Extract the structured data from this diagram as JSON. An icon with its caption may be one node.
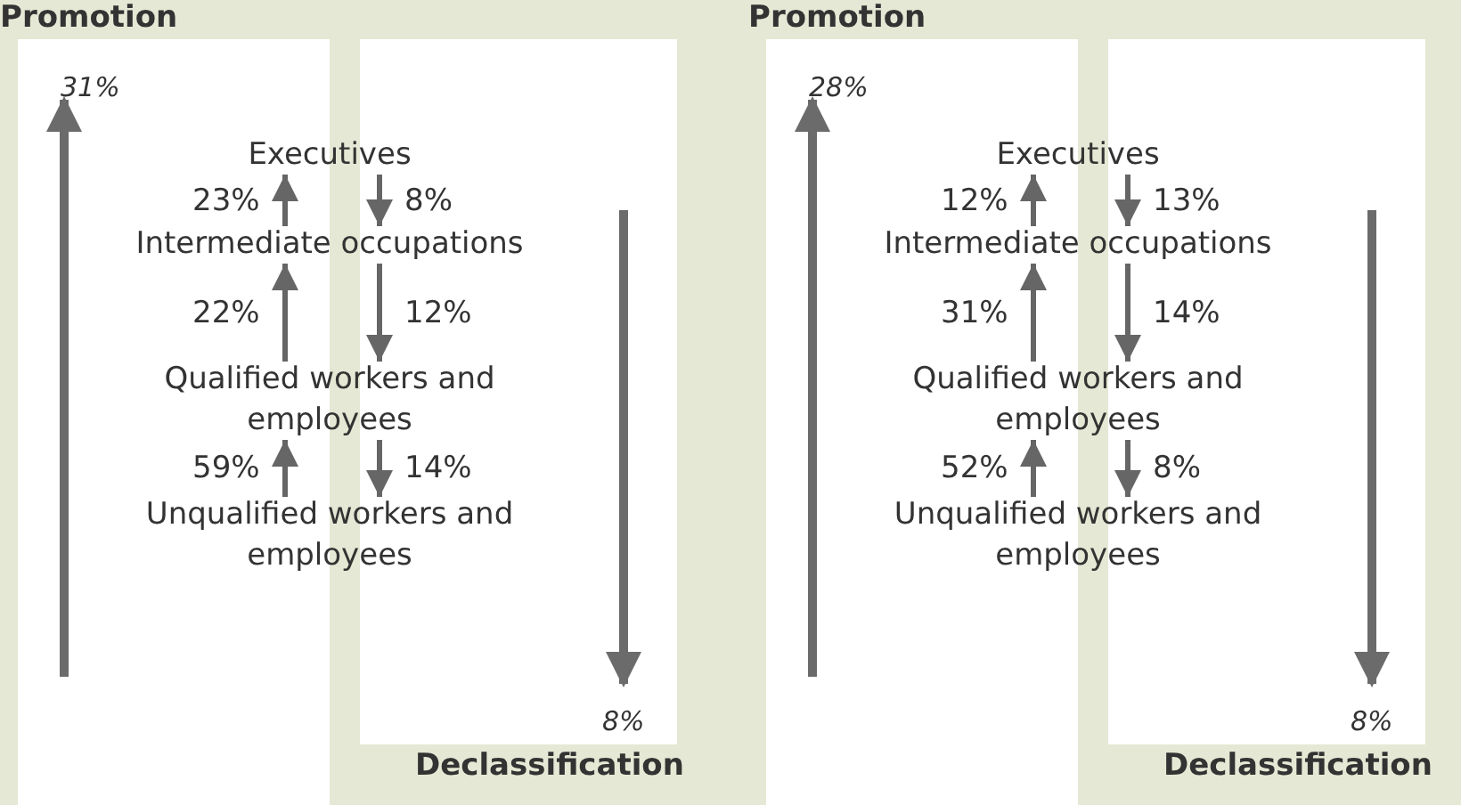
{
  "diagram": {
    "nodes": [
      {
        "text": [
          "Executives"
        ]
      },
      {
        "text": [
          "Intermediate occupations"
        ]
      },
      {
        "text": [
          "Qualified workers and employees"
        ]
      },
      {
        "text": [
          "Unqualified workers and employees"
        ]
      },
      {
        "text": [
          "Executives"
        ]
      },
      {
        "text": [
          "Intermediate occupations"
        ]
      },
      {
        "text": [
          "Qualified workers and employees"
        ]
      },
      {
        "text": [
          "Unqualified workers and employees"
        ]
      }
    ],
    "edges": [
      {
        "from": 1,
        "to": 0,
        "arrow": "to",
        "label": "23%"
      },
      {
        "from": 0,
        "to": 1,
        "arrow": "to",
        "label": "8%"
      },
      {
        "from": 2,
        "to": 1,
        "arrow": "to",
        "label": "22%"
      },
      {
        "from": 1,
        "to": 2,
        "arrow": "to",
        "label": "12%"
      },
      {
        "from": 3,
        "to": 2,
        "arrow": "to",
        "label": "59%"
      },
      {
        "from": 2,
        "to": 3,
        "arrow": "to",
        "label": "14%"
      },
      {
        "from": 5,
        "to": 4,
        "arrow": "to",
        "label": "12%"
      },
      {
        "from": 4,
        "to": 5,
        "arrow": "to",
        "label": "13%"
      },
      {
        "from": 6,
        "to": 5,
        "arrow": "to",
        "label": "31%"
      },
      {
        "from": 5,
        "to": 6,
        "arrow": "to",
        "label": "14%"
      },
      {
        "from": 7,
        "to": 6,
        "arrow": "to",
        "label": "52%"
      },
      {
        "from": 6,
        "to": 7,
        "arrow": "to",
        "label": "8%"
      }
    ],
    "labels": [
      "Promotion",
      "31%",
      "8%",
      "Declassification",
      "Promotion",
      "28%",
      "8%",
      "Declassification"
    ]
  }
}
